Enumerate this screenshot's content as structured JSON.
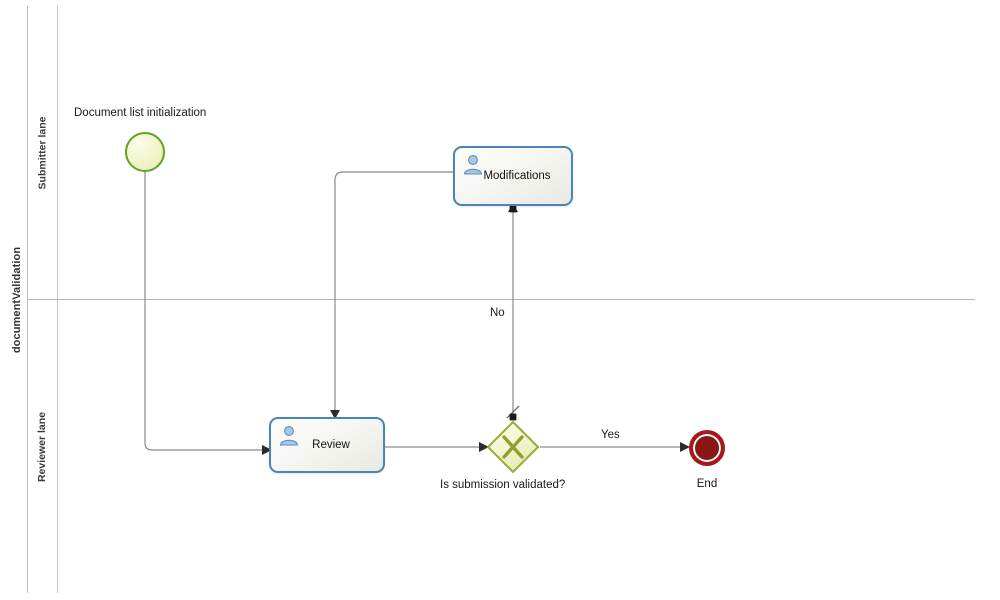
{
  "diagram": {
    "type": "bpmn",
    "pool": {
      "name": "documentValidation"
    },
    "lanes": [
      {
        "id": "submitter",
        "name": "Submitter lane"
      },
      {
        "id": "reviewer",
        "name": "Reviewer lane"
      }
    ],
    "nodes": [
      {
        "id": "start",
        "type": "start-event",
        "lane": "submitter",
        "label": "Document list initialization",
        "icon": "start-event-circle"
      },
      {
        "id": "modifications",
        "type": "user-task",
        "lane": "submitter",
        "label": "Modifications",
        "icon": "user-task-icon"
      },
      {
        "id": "review",
        "type": "user-task",
        "lane": "reviewer",
        "label": "Review",
        "icon": "user-task-icon"
      },
      {
        "id": "gateway",
        "type": "exclusive-gateway",
        "lane": "reviewer",
        "label": "Is submission validated?",
        "icon": "exclusive-gateway-x"
      },
      {
        "id": "end",
        "type": "end-event",
        "lane": "reviewer",
        "label": "End",
        "icon": "end-event-circle"
      }
    ],
    "flows": [
      {
        "id": "f1",
        "from": "start",
        "to": "review",
        "label": ""
      },
      {
        "id": "f2",
        "from": "review",
        "to": "gateway",
        "label": ""
      },
      {
        "id": "f3",
        "from": "gateway",
        "to": "end",
        "label": "Yes"
      },
      {
        "id": "f4",
        "from": "gateway",
        "to": "modifications",
        "label": "No",
        "default": true
      },
      {
        "id": "f5",
        "from": "modifications",
        "to": "review",
        "label": ""
      }
    ],
    "colors": {
      "start_border": "#62a420",
      "start_fill": "#f2f6cf",
      "task_border": "#4b85b5",
      "task_fill": "#f6f6f2",
      "gateway_border": "#9aab32",
      "gateway_fill": "#f0f3cf",
      "end_border": "#a11b1b",
      "end_fill": "#8c1616",
      "edge": "#8a8a8a",
      "lane_border": "#c8c8c8"
    }
  }
}
